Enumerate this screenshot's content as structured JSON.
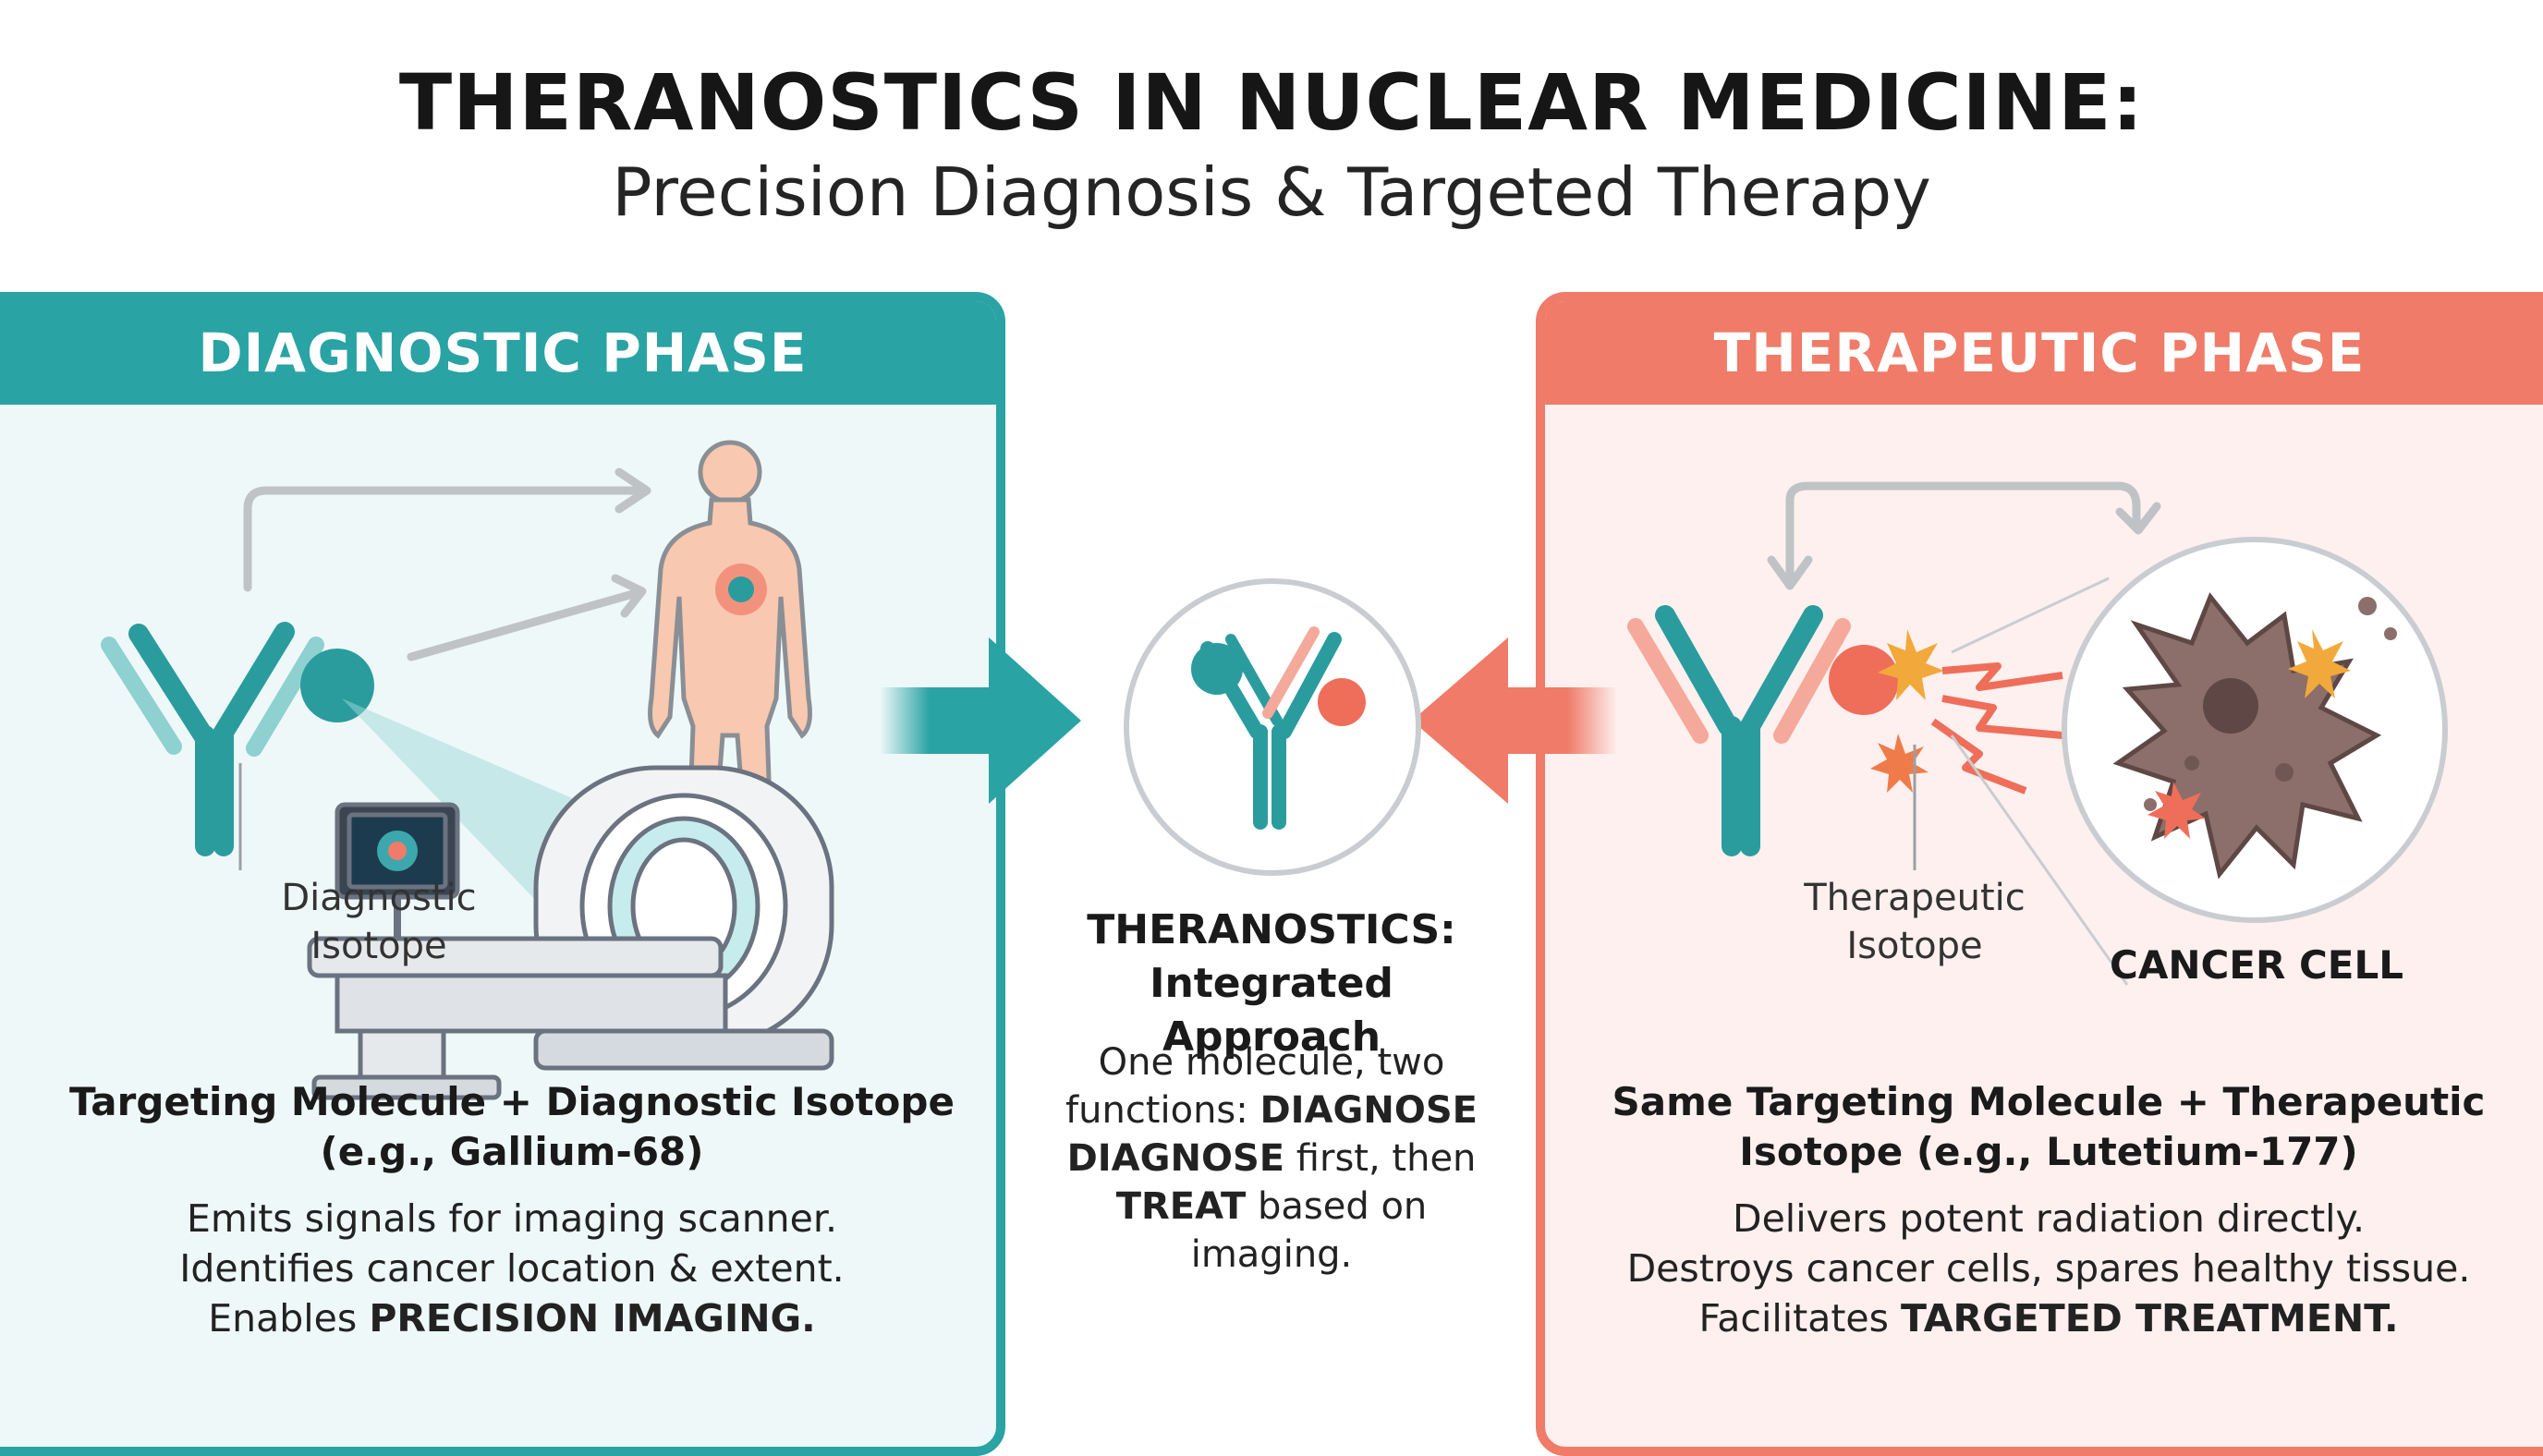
{
  "header": {
    "title": "THERANOSTICS IN NUCLEAR MEDICINE:",
    "subtitle": "Precision Diagnosis & Targeted Therapy"
  },
  "diagnostic": {
    "heading": "DIAGNOSTIC PHASE",
    "isotope_label_line1": "Diagnostic",
    "isotope_label_line2": "Isotope",
    "bold_line1": "Targeting Molecule + Diagnostic Isotope",
    "bold_line2": "(e.g., Gallium-68)",
    "desc_line1": "Emits signals for imaging scanner.",
    "desc_line2": "Identifies cancer location & extent.",
    "desc_line3_prefix": "Enables ",
    "desc_line3_bold": "PRECISION IMAGING.",
    "icons": [
      "antibody-icon",
      "human-body-icon",
      "pet-scanner-icon"
    ]
  },
  "center": {
    "heading_line1": "THERANOSTICS:",
    "heading_line2": "Integrated Approach",
    "desc_line1": "One molecule, two",
    "desc_line2_prefix": "functions: ",
    "desc_line2_bold": "DIAGNOSE",
    "desc_line3_bold": "DIAGNOSE",
    "desc_line3_suffix": " first, then",
    "desc_line4_bold": "TREAT",
    "desc_line4_suffix": " based on",
    "desc_line5": "imaging."
  },
  "therapeutic": {
    "heading": "THERAPEUTIC PHASE",
    "isotope_label_line1": "Therapeutic",
    "isotope_label_line2": "Isotope",
    "cell_label": "CANCER CELL",
    "bold_line1": "Same Targeting Molecule + Therapeutic",
    "bold_line2": "Isotope (e.g., Lutetium-177)",
    "desc_line1": "Delivers potent radiation directly.",
    "desc_line2": "Destroys cancer cells, spares healthy tissue.",
    "desc_line3_prefix": "Facilitates ",
    "desc_line3_bold": "TARGETED TREATMENT.",
    "icons": [
      "antibody-icon",
      "cancer-cell-icon",
      "radiation-burst-icon"
    ]
  },
  "colors": {
    "teal": "#2aa3a4",
    "coral": "#ef7b68",
    "teal_bg": "#eef8f9",
    "coral_bg": "#fdf0ee"
  }
}
